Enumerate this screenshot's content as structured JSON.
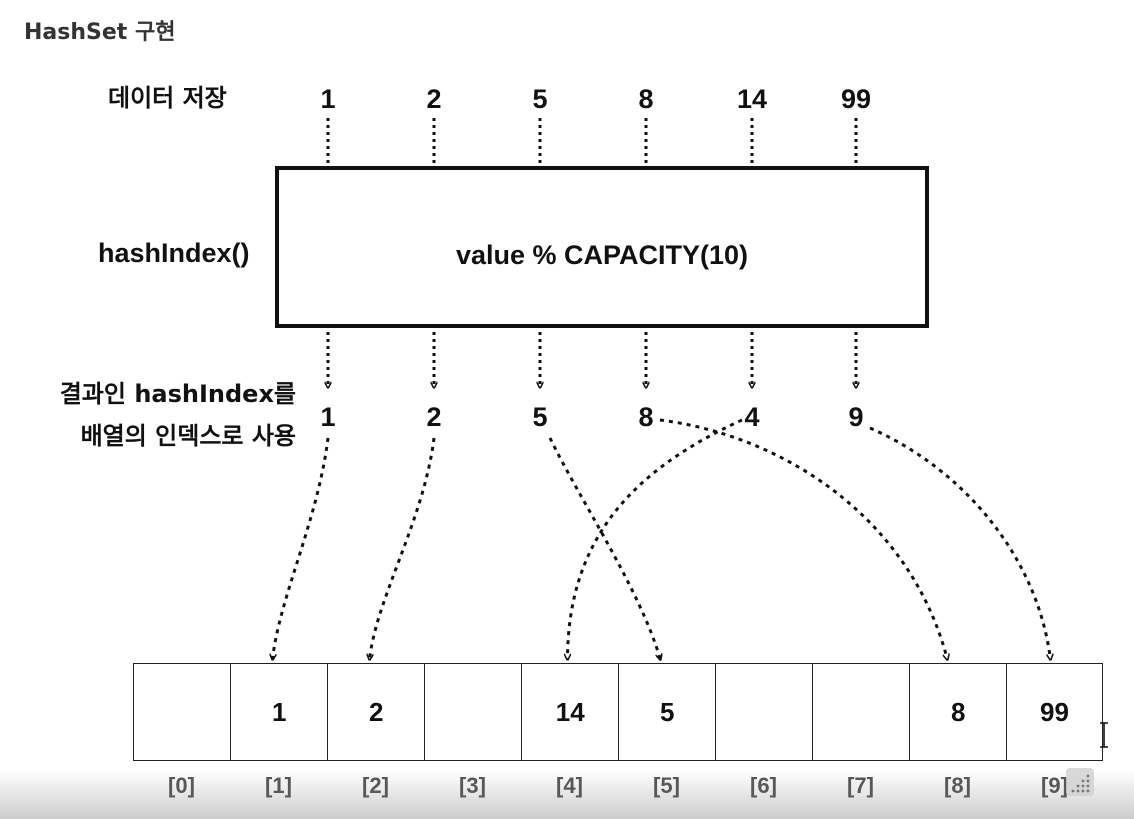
{
  "title": "HashSet 구현",
  "labels": {
    "data_row": "데이터 저장",
    "hash_function": "hashIndex()",
    "result_line1": "결과인 hashIndex를",
    "result_line2": "배열의 인덱스로 사용"
  },
  "hash_formula": "value % CAPACITY(10)",
  "inputs": [
    "1",
    "2",
    "5",
    "8",
    "14",
    "99"
  ],
  "hash_results": [
    "1",
    "2",
    "5",
    "8",
    "4",
    "9"
  ],
  "array": {
    "indices": [
      "[0]",
      "[1]",
      "[2]",
      "[3]",
      "[4]",
      "[5]",
      "[6]",
      "[7]",
      "[8]",
      "[9]"
    ],
    "cells": [
      "",
      "1",
      "2",
      "",
      "14",
      "5",
      "",
      "",
      "8",
      "99"
    ]
  },
  "mapping": [
    {
      "from_result": 0,
      "to_cell": 1
    },
    {
      "from_result": 1,
      "to_cell": 2
    },
    {
      "from_result": 2,
      "to_cell": 5
    },
    {
      "from_result": 3,
      "to_cell": 8
    },
    {
      "from_result": 4,
      "to_cell": 4
    },
    {
      "from_result": 5,
      "to_cell": 9
    }
  ],
  "icons": {
    "resize": "resize-grip-icon",
    "cursor": "text-cursor-icon"
  }
}
